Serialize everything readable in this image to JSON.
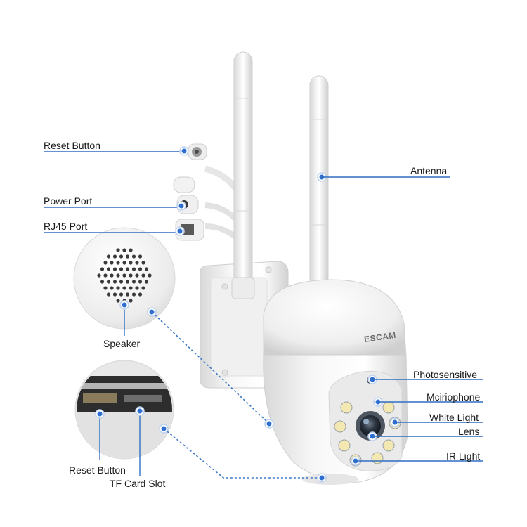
{
  "brand": "ESCAM",
  "labels": {
    "reset_top": "Reset Button",
    "power_port": "Power Port",
    "rj45_port": "RJ45 Port",
    "antenna": "Antenna",
    "speaker": "Speaker",
    "photosensitive": "Photosensitive",
    "microphone": "Mciriophone",
    "white_light": "White Light",
    "lens": "Lens",
    "ir_light": "IR Light",
    "reset_bottom": "Reset Button",
    "tf_card_slot": "TF Card Slot"
  },
  "colors": {
    "leader_line": "#2f6fc4",
    "marker": "#2f6fd0",
    "camera_body": "#f4f4f4",
    "lens_ring": "#4d5660"
  }
}
